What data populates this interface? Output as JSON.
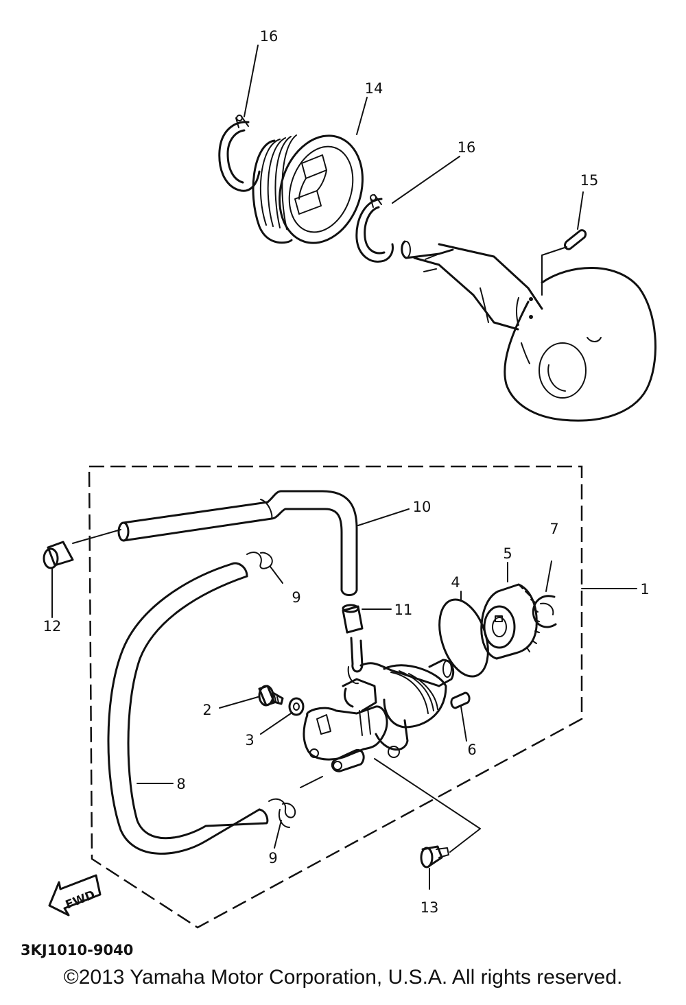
{
  "labels": {
    "l1": "1",
    "l2": "2",
    "l3": "3",
    "l4": "4",
    "l5": "5",
    "l6": "6",
    "l7": "7",
    "l8": "8",
    "l9a": "9",
    "l9b": "9",
    "l10": "10",
    "l11": "11",
    "l12": "12",
    "l13": "13",
    "l14": "14",
    "l15": "15",
    "l16a": "16",
    "l16b": "16"
  },
  "fwd_arrow": "FWD",
  "diagram_code": "3KJ1010-9040",
  "copyright": "©2013 Yamaha Motor Corporation, U.S.A. All rights reserved."
}
